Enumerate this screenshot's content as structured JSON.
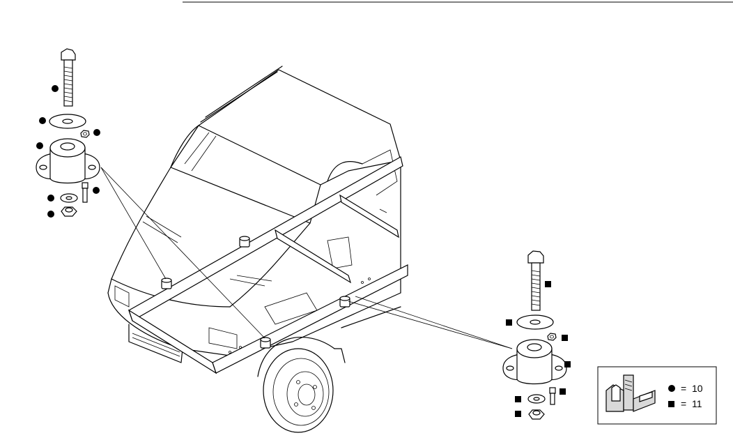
{
  "legend": {
    "circle_value": "10",
    "square_value": "11",
    "equals": "="
  },
  "marker_types": {
    "front_mount": "circle",
    "rear_mount": "square"
  },
  "colors": {
    "line": "#000000",
    "background": "#ffffff",
    "marker": "#000000"
  }
}
